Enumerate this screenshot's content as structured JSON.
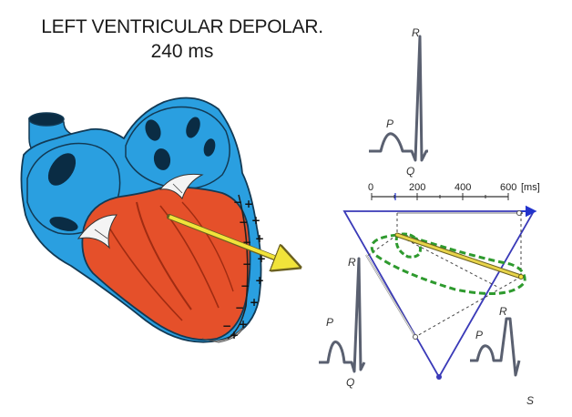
{
  "title": {
    "line1": "LEFT VENTRICULAR DEPOLAR.",
    "line2": "240 ms"
  },
  "time_axis": {
    "ticks": [
      "0",
      "200",
      "400",
      "600"
    ],
    "unit": "[ms]"
  },
  "ecg_labels": {
    "top": {
      "r": "R",
      "p": "P",
      "q": "Q"
    },
    "left": {
      "r": "R",
      "p": "P",
      "q": "Q"
    },
    "right": {
      "r": "R",
      "p": "P",
      "s": "S"
    }
  },
  "charges": {
    "plus": "+",
    "minus": "−"
  },
  "colors": {
    "atria_blue": "#2a9fe0",
    "ventricle_red": "#e5502a",
    "vector_yellow": "#f1e33a",
    "triangle_blue": "#3a3ab8",
    "loop_green": "#2e9a2e",
    "ecg_gray": "#5a6070"
  }
}
